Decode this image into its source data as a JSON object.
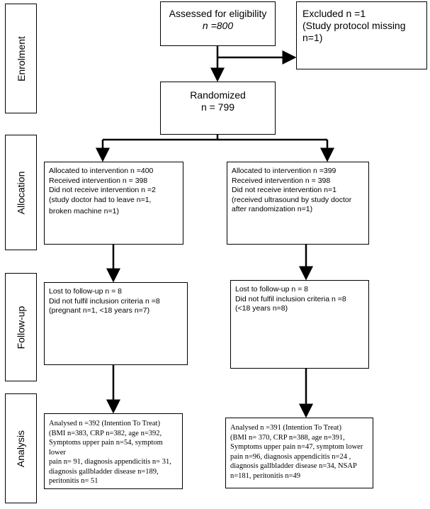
{
  "stages": [
    "Enrolment",
    "Allocation",
    "Follow-up",
    "Analysis"
  ],
  "assessed": {
    "line1": "Assessed for eligibility",
    "line2": "n =800"
  },
  "excluded": {
    "line1": "Excluded n =1",
    "line2": "(Study protocol missing",
    "line3": "n=1)"
  },
  "randomized": {
    "line1": "Randomized",
    "line2": "n = 799"
  },
  "allocation": {
    "left": [
      "Allocated to intervention n =400",
      "Received intervention n = 398",
      "Did not receive intervention n =2",
      "(study doctor had to leave n=1,",
      "broken machine n=1)"
    ],
    "right": [
      "Allocated to intervention n =399",
      "Received intervention n = 398",
      "Did not receive intervention n=1",
      "(received ultrasound by study doctor",
      "after randomization n=1)"
    ]
  },
  "followup": {
    "left": [
      "Lost to follow-up n = 8",
      "Did not fulfil inclusion criteria n =8",
      "(pregnant n=1, <18 years n=7)"
    ],
    "right": [
      "Lost to follow-up n = 8",
      "Did not fulfil inclusion criteria n =8",
      "(<18 years n=8)"
    ]
  },
  "analysis": {
    "left": [
      "Analysed n =392 (Intention To Treat)",
      "(BMI n=383, CRP n=382, age n=392,",
      "Symptoms upper pain n=54, symptom lower",
      "pain n= 91, diagnosis appendicitis n= 31,",
      "diagnosis gallbladder disease n=189,",
      "peritonitis n= 51"
    ],
    "right": [
      "Analysed n =391 (Intention To Treat)",
      "(BMI n= 370, CRP n=388, age n=391,",
      "Symptoms upper pain n=47, symptom lower",
      "pain n=96, diagnosis appendicitis n=24 ,",
      "diagnosis gallbladder disease n=34, NSAP",
      "n=181, peritonitis n=49"
    ]
  }
}
